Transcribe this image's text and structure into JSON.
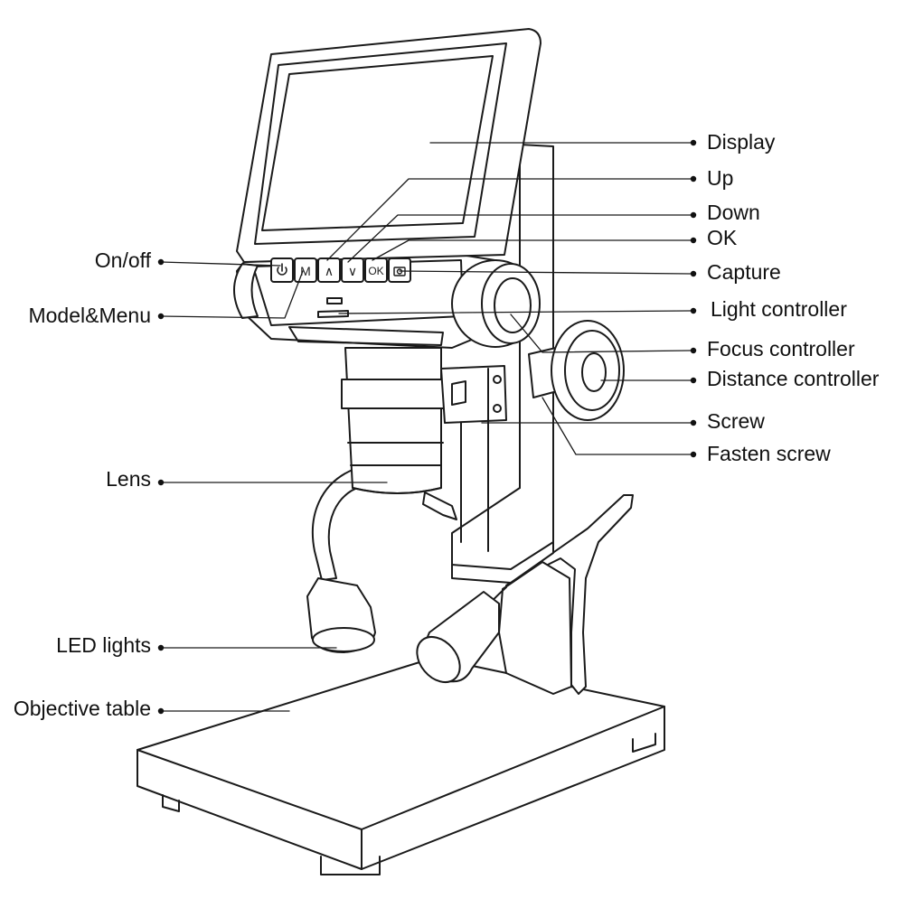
{
  "diagram": {
    "colors": {
      "line": "#1a1a1a",
      "fill": "#ffffff",
      "text": "#111111",
      "screen": "#ffffff"
    },
    "buttons": [
      {
        "id": "power",
        "icon": "power-icon"
      },
      {
        "id": "menu",
        "glyph": "M"
      },
      {
        "id": "up",
        "glyph": "∧"
      },
      {
        "id": "down",
        "glyph": "∨"
      },
      {
        "id": "ok",
        "glyph": "OK"
      },
      {
        "id": "capture",
        "icon": "camera-icon"
      }
    ],
    "labels": {
      "display": "Display",
      "up": "Up",
      "down": "Down",
      "ok": "OK",
      "capture": "Capture",
      "light_controller": "Light controller",
      "focus_controller": "Focus controller",
      "distance_controller": "Distance controller",
      "screw": "Screw",
      "fasten_screw": "Fasten screw",
      "on_off": "On/off",
      "model_menu": "Model&Menu",
      "lens": "Lens",
      "led_lights": "LED lights",
      "objective_table": "Objective table"
    }
  }
}
